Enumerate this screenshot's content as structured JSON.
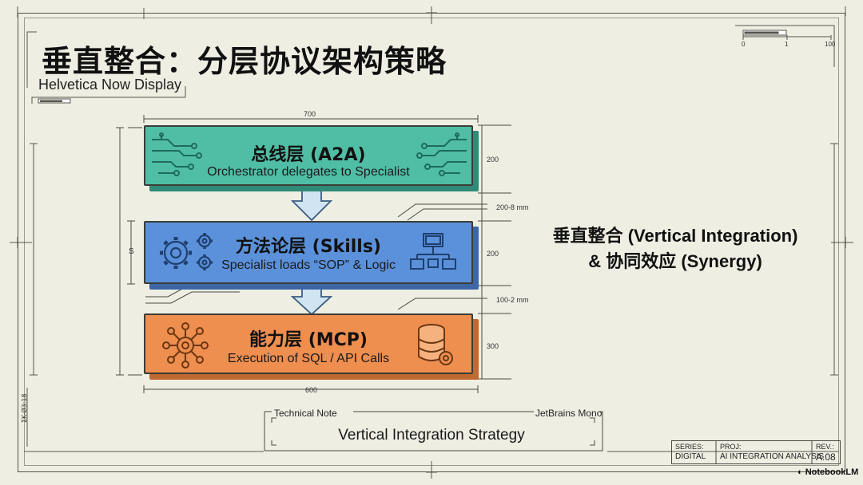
{
  "title": "垂直整合：分层协议架构策略",
  "subtitle": "Helvetica Now Display",
  "layers": [
    {
      "name": "总线层 (A2A)",
      "desc": "Orchestrator delegates to Specialist",
      "color": "#4fbea5"
    },
    {
      "name": "方法论层 (Skills)",
      "desc": "Specialist loads “SOP” & Logic",
      "color": "#5b91da"
    },
    {
      "name": "能力层 (MCP)",
      "desc": "Execution of SQL / API Calls",
      "color": "#ee8e4f"
    }
  ],
  "dimensions": {
    "top_width": "700",
    "bottom_width": "600",
    "h_a2a": "200",
    "gap_1": "200-8 mm",
    "h_skills": "200",
    "gap_2": "100-2 mm",
    "h_mcp": "300",
    "left_s": "S"
  },
  "side_title": {
    "line1": "垂直整合 (Vertical Integration)",
    "line2": "& 协同效应 (Synergy)"
  },
  "scale_labels": [
    "0",
    "1",
    "100"
  ],
  "technical_note": {
    "label": "Technical Note",
    "font": "JetBrains Mono",
    "text": "Vertical Integration Strategy"
  },
  "title_block": {
    "series_label": "SERIES:",
    "series_value": "DIGITAL",
    "proj_label": "PROJ:",
    "proj_value": "AI INTEGRATION ANALYSIS",
    "rev_label": "REV.:",
    "rev_value": "A.08"
  },
  "vertical_code": "ΣK-Ø3:18",
  "brand": "NotebookLM",
  "icons": [
    "circuit-icon",
    "gear-icon",
    "flowchart-icon",
    "network-hub-icon",
    "database-gear-icon",
    "arrow-down-icon"
  ]
}
